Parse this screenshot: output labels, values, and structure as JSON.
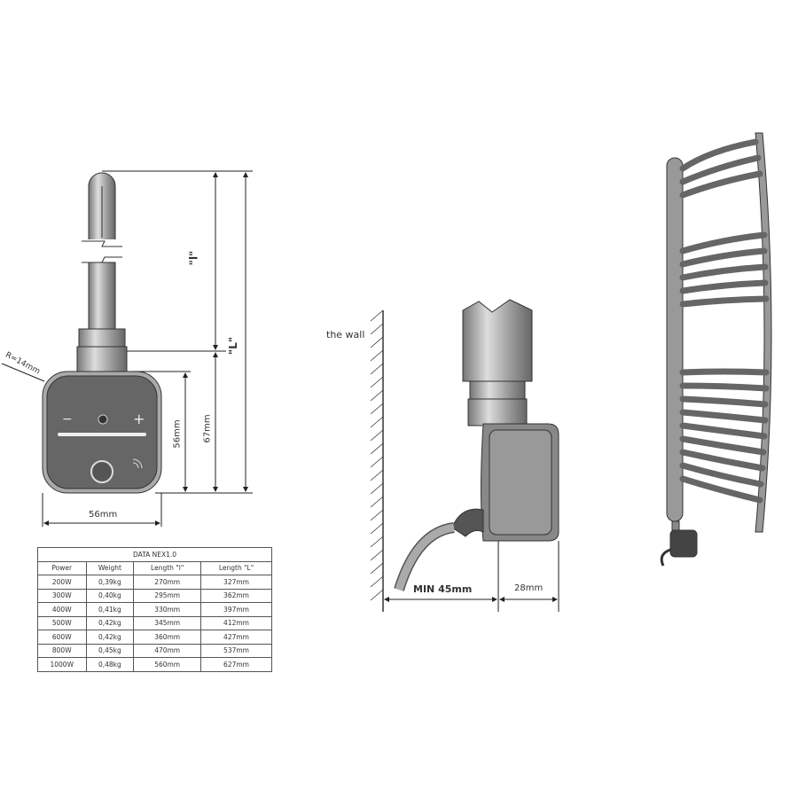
{
  "front_view": {
    "radius_label": "R=14mm",
    "width_label": "56mm",
    "body_height_label": "56mm",
    "total_body_label": "67mm",
    "length_l_label": "\"l\"",
    "length_L_label": "\"L\"",
    "controls": {
      "minus": "−",
      "plus": "+"
    }
  },
  "side_view": {
    "wall_label": "the wall",
    "min_distance_label": "MIN 45mm",
    "depth_label": "28mm"
  },
  "table": {
    "title": "DATA NEX1.0",
    "headers": [
      "Power",
      "Weight",
      "Length \"l\"",
      "Length \"L\""
    ],
    "rows": [
      [
        "200W",
        "0,39kg",
        "270mm",
        "327mm"
      ],
      [
        "300W",
        "0,40kg",
        "295mm",
        "362mm"
      ],
      [
        "400W",
        "0,41kg",
        "330mm",
        "397mm"
      ],
      [
        "500W",
        "0,42kg",
        "345mm",
        "412mm"
      ],
      [
        "600W",
        "0,42kg",
        "360mm",
        "427mm"
      ],
      [
        "800W",
        "0,45kg",
        "470mm",
        "537mm"
      ],
      [
        "1000W",
        "0,48kg",
        "560mm",
        "627mm"
      ]
    ]
  }
}
